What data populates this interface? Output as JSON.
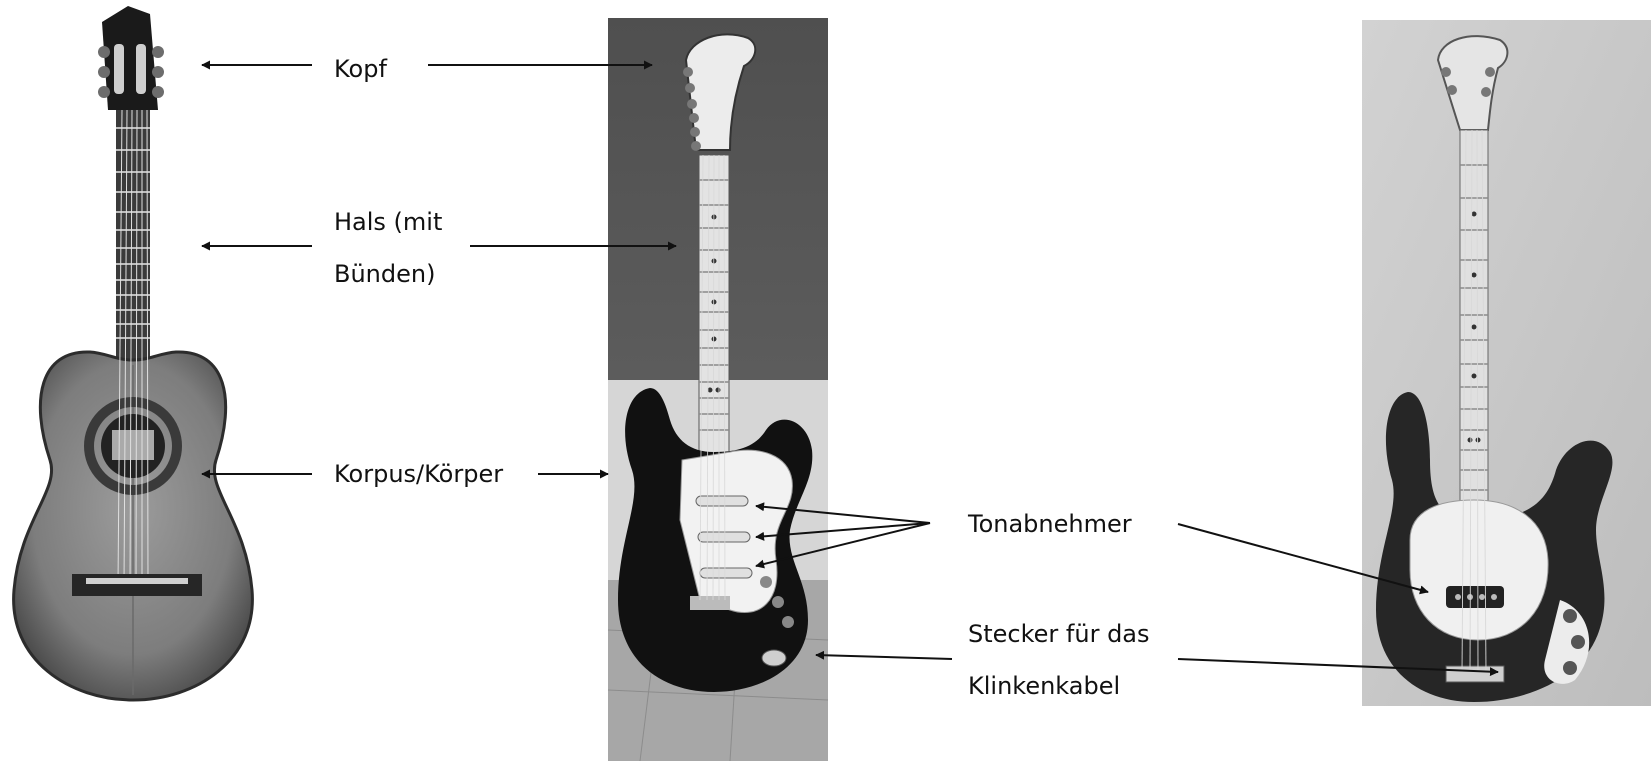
{
  "labels": {
    "head": "Kopf",
    "neck_line1": "Hals (mit",
    "neck_line2": "Bünden)",
    "body": "Korpus/Körper",
    "pickups": "Tonabnehmer",
    "jack_line1": "Stecker für das",
    "jack_line2": "Klinkenkabel"
  },
  "images": {
    "left": "acoustic-guitar-photo",
    "middle": "electric-guitar-photo",
    "right": "bass-guitar-photo"
  },
  "colors": {
    "ink": "#111111",
    "wood": "#8a8a8a",
    "dark": "#151515",
    "pickguard": "#f2f2f2",
    "wall": "#5c5c5c"
  }
}
